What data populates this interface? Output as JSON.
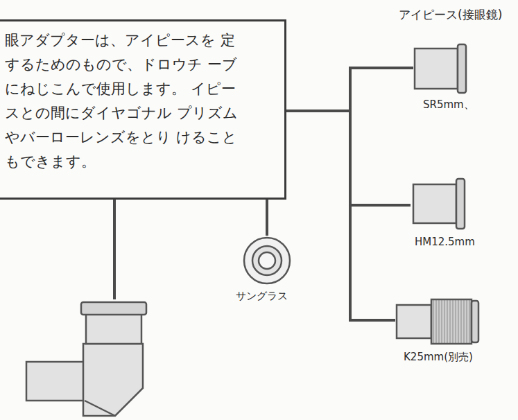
{
  "diagram": {
    "nodes": [
      {
        "text": [
          "眼アダプターは、アイピースを 定するためのもので、ドロウチ ーブにねじこんで使用します。 イピースとの間にダイヤゴナル プリズムやバーローレンズをとり けることもできます。"
        ]
      }
    ],
    "labels": [
      "アイピース(接眼鏡)",
      "SR5mm、",
      "HM12.5mm",
      "K25mm(別売)",
      "サングラス"
    ]
  }
}
